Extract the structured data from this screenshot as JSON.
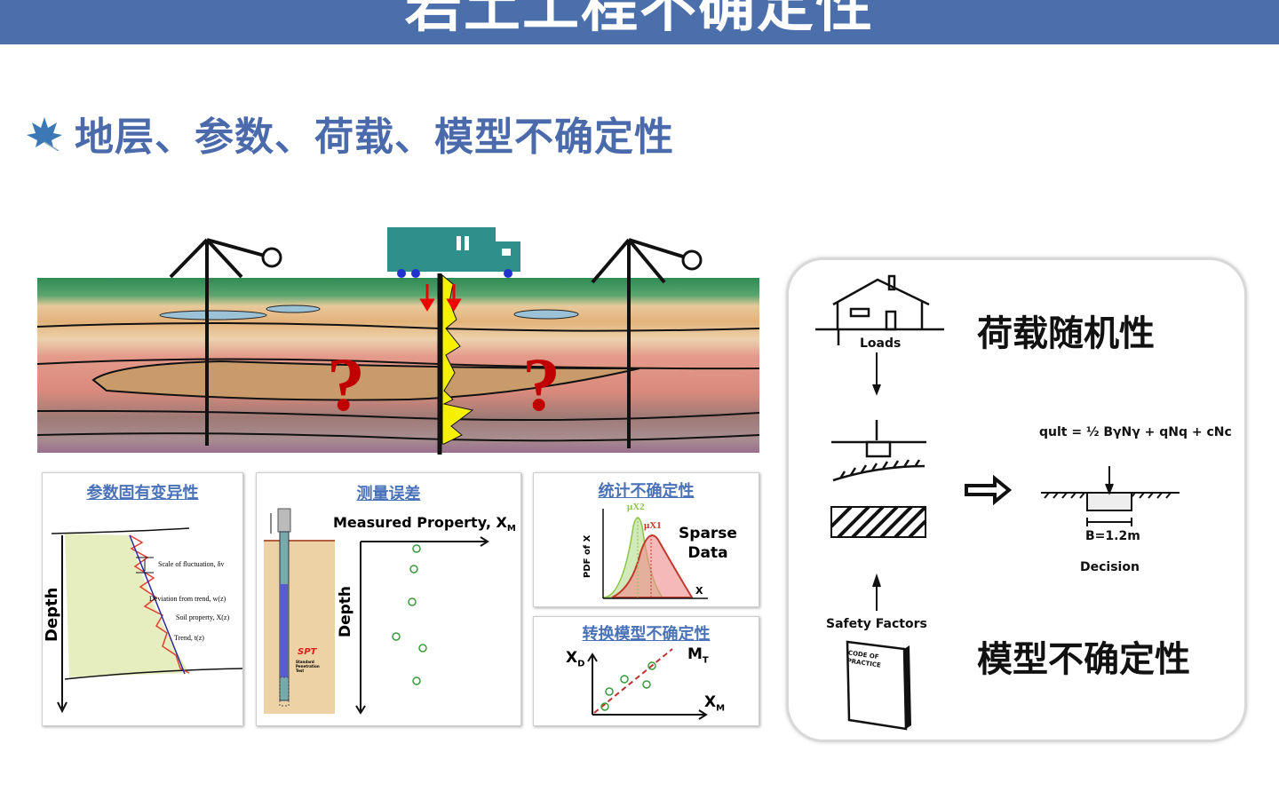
{
  "header": {
    "title": "岩土工程不确定性"
  },
  "subtitle": {
    "icon": "maple-leaf-icon",
    "text": "地层、参数、荷载、模型不确定性"
  },
  "cross_section": {
    "question_mark": "?"
  },
  "panels": {
    "inherent_variability": {
      "title": "参数固有变异性",
      "depth_label": "Depth",
      "scale_label": "Scale of fluctuation, δv",
      "deviation_label": "Deviation from trend, w(z)",
      "soil_label": "Soil property, X(z)",
      "trend_label": "Trend, t(z)"
    },
    "measurement_error": {
      "title": "测量误差",
      "x_label": "Measured Property, X",
      "x_sub": "M",
      "depth_label": "Depth",
      "spt_label": "SPT",
      "spt_desc": "Standard Penetration Test"
    },
    "statistical": {
      "title": "统计不确定性",
      "y_label": "PDF of X",
      "x_label": "X",
      "mu2": "μX2",
      "mu1": "μX1",
      "note_line1": "Sparse",
      "note_line2": "Data",
      "colors": {
        "series1": "#c0392b",
        "series2": "#8bc34a"
      }
    },
    "transform_model": {
      "title": "转换模型不确定性",
      "y_label": "X",
      "y_sub": "D",
      "x_label": "X",
      "x_sub": "M",
      "model_label": "M",
      "model_sub": "T"
    }
  },
  "card": {
    "loads_label": "Loads",
    "load_title": "荷载随机性",
    "formula": "qult = ½ BγNγ + qNq + cNc",
    "width_label": "B=1.2m",
    "decision_label": "Decision",
    "safety_label": "Safety Factors",
    "book_line1": "CODE OF",
    "book_line2": "PRACTICE",
    "model_title": "模型不确定性"
  },
  "colors": {
    "accent": "#4a6fab",
    "title_blue": "#4a6aac",
    "marker_green": "#3a9a3a",
    "question_red": "#c00000"
  }
}
